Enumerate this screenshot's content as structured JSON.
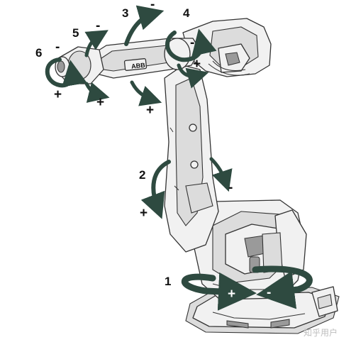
{
  "diagram": {
    "axes": [
      {
        "id": "1",
        "number": "1",
        "plus": "+",
        "minus": "-"
      },
      {
        "id": "2",
        "number": "2",
        "plus": "+",
        "minus": "-"
      },
      {
        "id": "3",
        "number": "3",
        "plus": "+",
        "minus": "-"
      },
      {
        "id": "4",
        "number": "4",
        "plus": "+",
        "minus": "-"
      },
      {
        "id": "5",
        "number": "5",
        "plus": "+",
        "minus": "-"
      },
      {
        "id": "6",
        "number": "6",
        "plus": "+",
        "minus": "-"
      }
    ],
    "logo_text": "ABB",
    "watermark": "知乎用户"
  },
  "colors": {
    "arrow": "#2e4a40",
    "outline": "#333333",
    "body": "#f1f1f1",
    "label": "#111111"
  }
}
